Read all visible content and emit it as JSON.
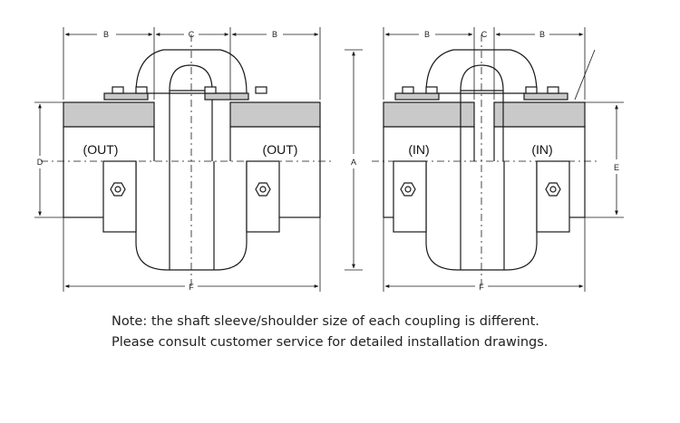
{
  "diagram": {
    "dimension_labels": {
      "b": "B",
      "c": "C",
      "d": "D",
      "a": "A",
      "e": "E",
      "f": "F"
    },
    "left_coupling": {
      "left_tag": "(OUT)",
      "right_tag": "(OUT)"
    },
    "right_coupling": {
      "left_tag": "(IN)",
      "right_tag": "(IN)"
    },
    "colors": {
      "line": "#1a1a1a",
      "hub_fill": "#c9c9c9",
      "body_fill": "#ffffff"
    }
  },
  "note": {
    "line1": "Note: the shaft sleeve/shoulder size of each coupling is different.",
    "line2": "Please consult customer service for detailed installation drawings."
  }
}
